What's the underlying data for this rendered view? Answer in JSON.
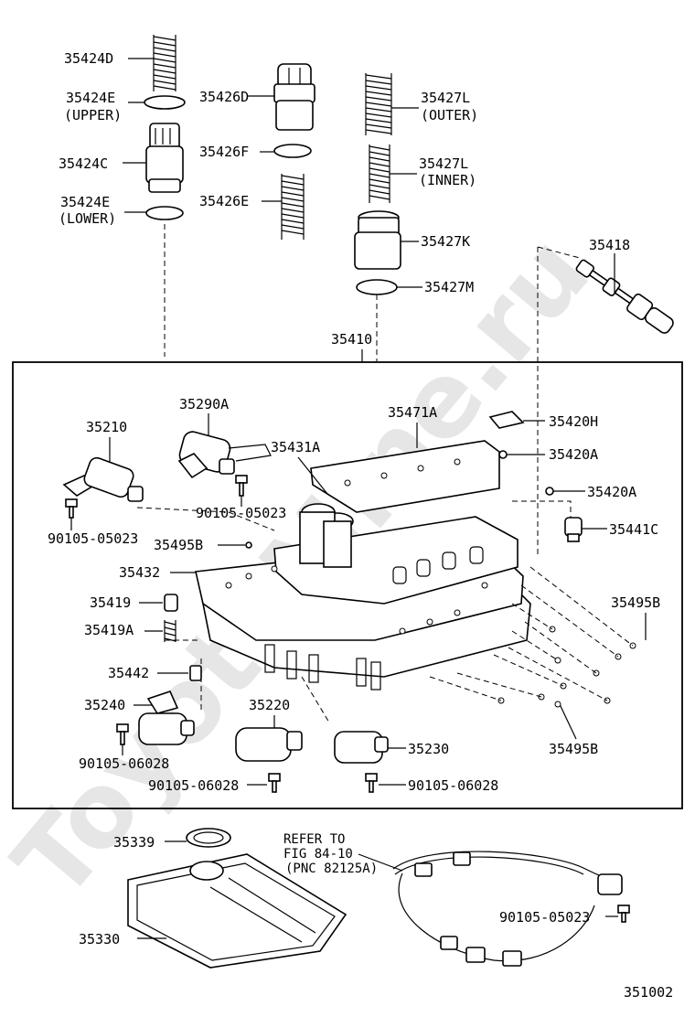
{
  "watermark": "ToyotaMine.ru",
  "diagram_id": "351002",
  "refer_note": {
    "line1": "REFER TO",
    "line2": "FIG 84-10",
    "line3": "(PNC 82125A)"
  },
  "labels": {
    "p35424D": "35424D",
    "p35424E_upper": "35424E",
    "upper": "(UPPER)",
    "p35424C": "35424C",
    "p35424E_lower": "35424E",
    "lower": "(LOWER)",
    "p35426D": "35426D",
    "p35426F": "35426F",
    "p35426E": "35426E",
    "p35427L_outer": "35427L",
    "outer": "(OUTER)",
    "p35427L_inner": "35427L",
    "inner": "(INNER)",
    "p35427K": "35427K",
    "p35427M": "35427M",
    "p35418": "35418",
    "p35410": "35410",
    "p35210": "35210",
    "p35290A": "35290A",
    "p35471A": "35471A",
    "p35420H": "35420H",
    "p35431A": "35431A",
    "p35420A_1": "35420A",
    "p35420A_2": "35420A",
    "p90105_05023_a": "90105-05023",
    "p90105_05023_b": "90105-05023",
    "p35441C": "35441C",
    "p35495B_1": "35495B",
    "p35432": "35432",
    "p35495B_2": "35495B",
    "p35419": "35419",
    "p35419A": "35419A",
    "p35442": "35442",
    "p35240": "35240",
    "p35220": "35220",
    "p35230": "35230",
    "p35495B_3": "35495B",
    "p90105_06028_a": "90105-06028",
    "p90105_06028_b": "90105-06028",
    "p90105_06028_c": "90105-06028",
    "p35339": "35339",
    "p35330": "35330",
    "p90105_05023_c": "90105-05023"
  }
}
